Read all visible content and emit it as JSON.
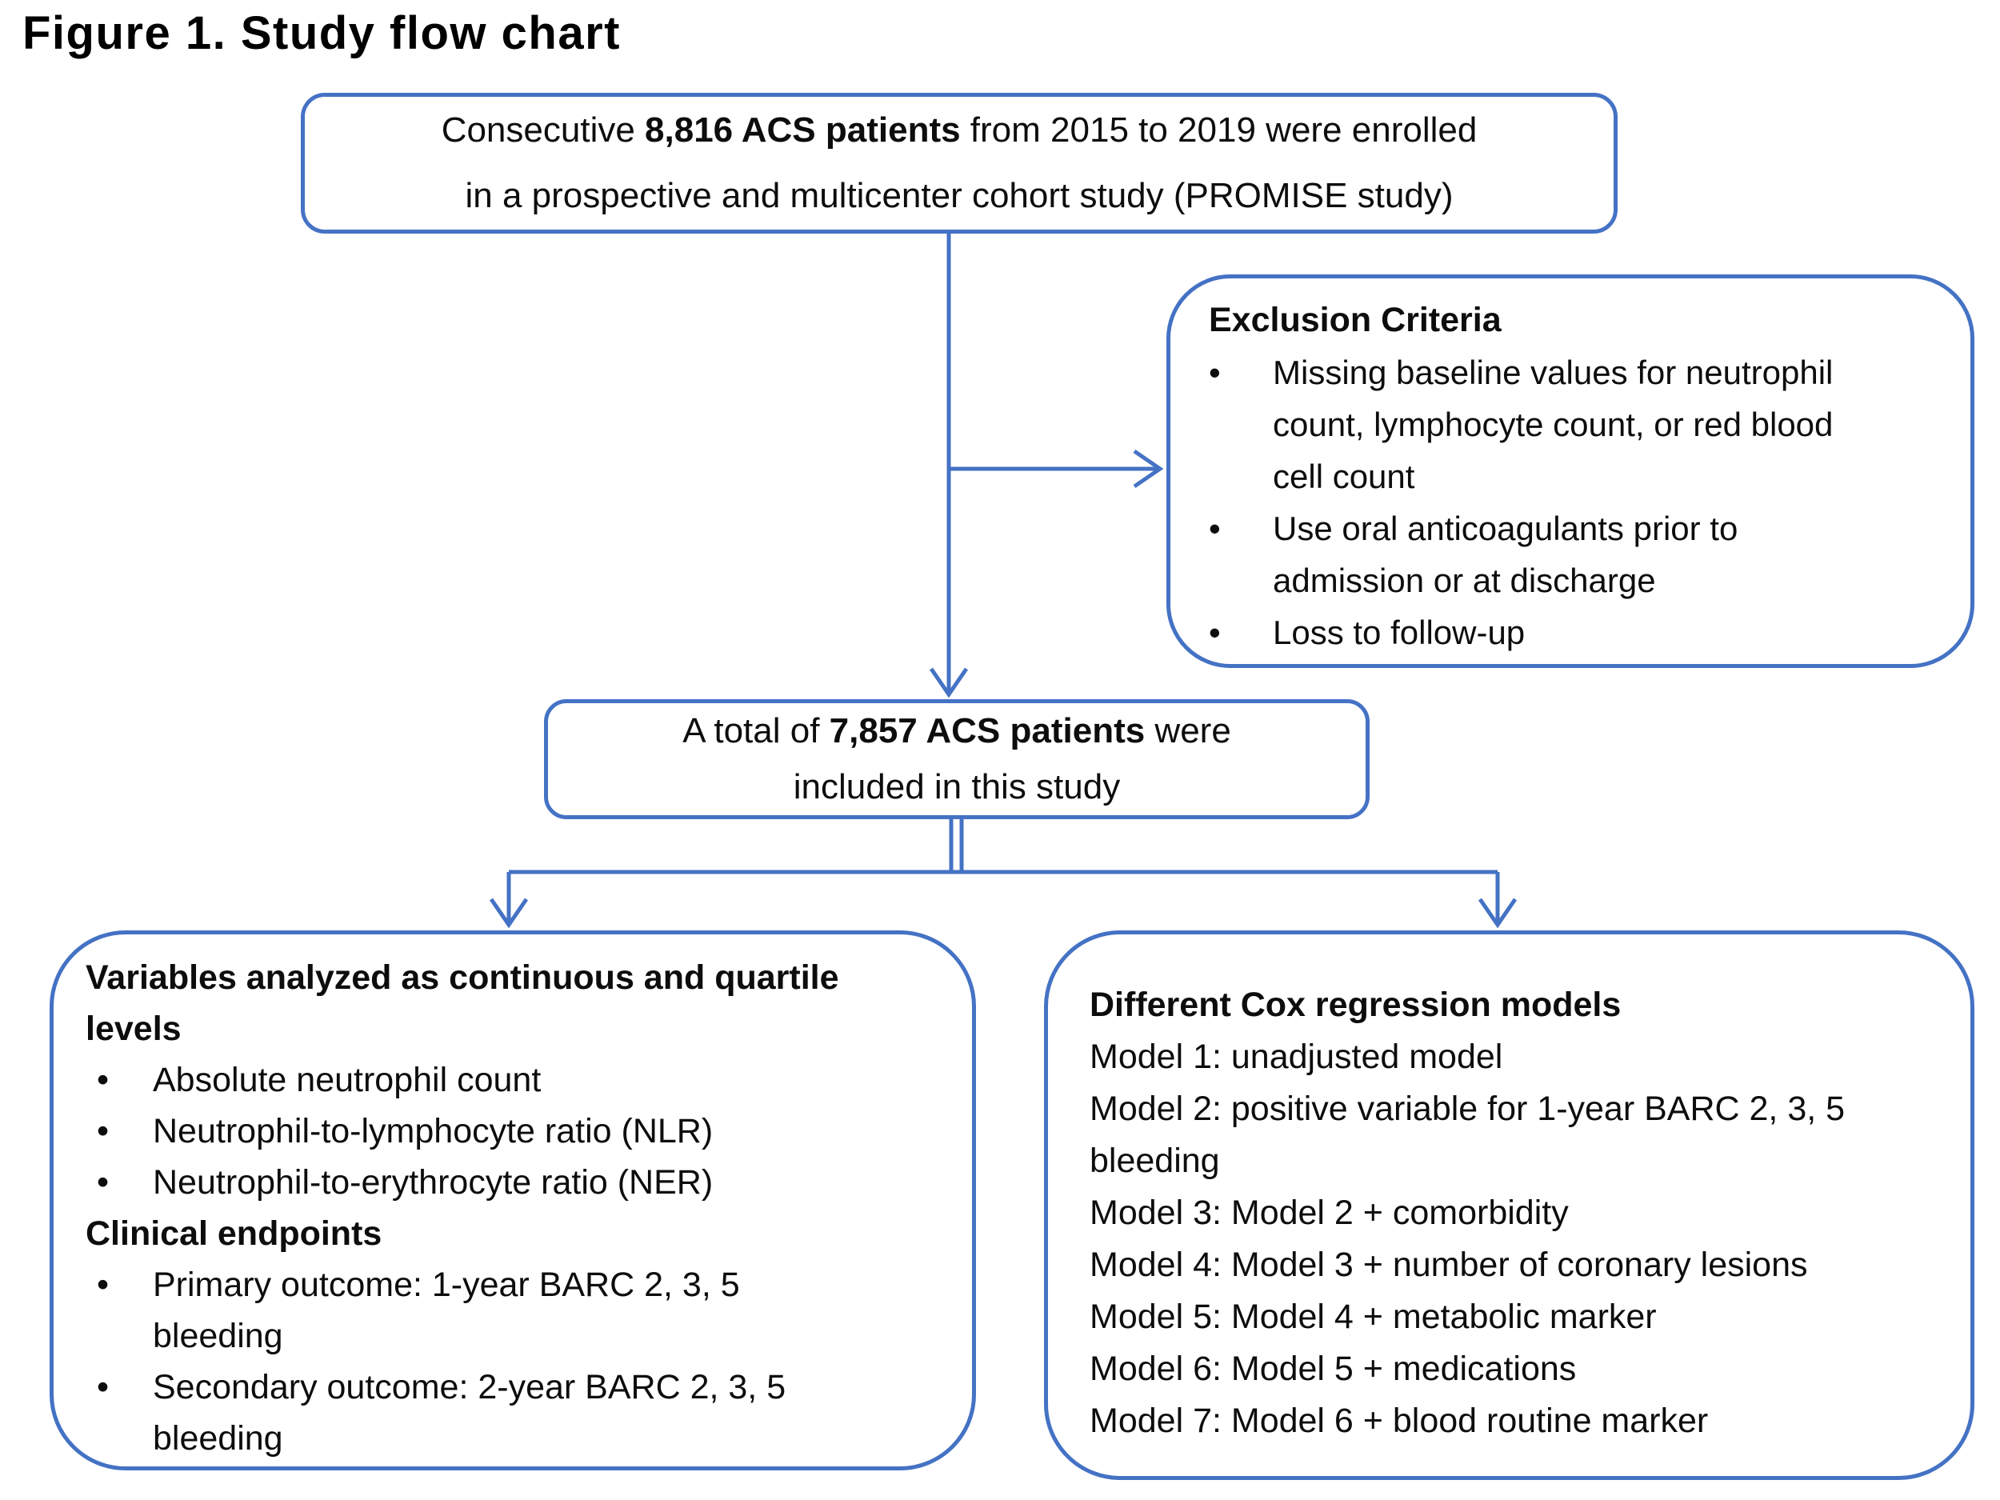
{
  "figure": {
    "title": "Figure 1. Study flow chart"
  },
  "glyphs": {
    "bullet": "•"
  },
  "colors": {
    "accent": "#4472C4",
    "text": "#0d0d0d",
    "background": "#ffffff"
  },
  "boxes": {
    "enrollment": {
      "line1": {
        "pre": "Consecutive ",
        "bold": "8,816 ACS patients",
        "post": " from 2015 to 2019 were enrolled"
      },
      "line2": "in a prospective and multicenter cohort study (PROMISE study)"
    },
    "exclusion": {
      "heading": "Exclusion Criteria",
      "bullets": [
        "Missing baseline values for neutrophil count, lymphocyte count, or red blood cell count",
        "Use oral anticoagulants prior to admission or at discharge",
        "Loss to follow-up"
      ]
    },
    "total": {
      "line1": {
        "pre": "A total of ",
        "bold": "7,857 ACS patients",
        "post": " were"
      },
      "line2": "included in this study"
    },
    "variables": {
      "heading1": "Variables analyzed as continuous and quartile levels",
      "bullets1": [
        "Absolute neutrophil count",
        "Neutrophil-to-lymphocyte ratio (NLR)",
        "Neutrophil-to-erythrocyte ratio (NER)"
      ],
      "heading2": "Clinical endpoints",
      "bullets2": [
        "Primary outcome: 1-year BARC 2, 3, 5 bleeding",
        "Secondary outcome: 2-year BARC 2, 3, 5 bleeding"
      ]
    },
    "models": {
      "heading": "Different Cox regression models",
      "lines": [
        "Model 1: unadjusted model",
        "Model 2: positive variable for 1-year BARC 2, 3, 5 bleeding",
        "Model 3: Model 2 + comorbidity",
        "Model 4: Model 3 + number of coronary lesions",
        "Model 5: Model 4 + metabolic marker",
        "Model 6: Model 5 + medications",
        "Model 7: Model 6 + blood routine marker"
      ]
    }
  }
}
